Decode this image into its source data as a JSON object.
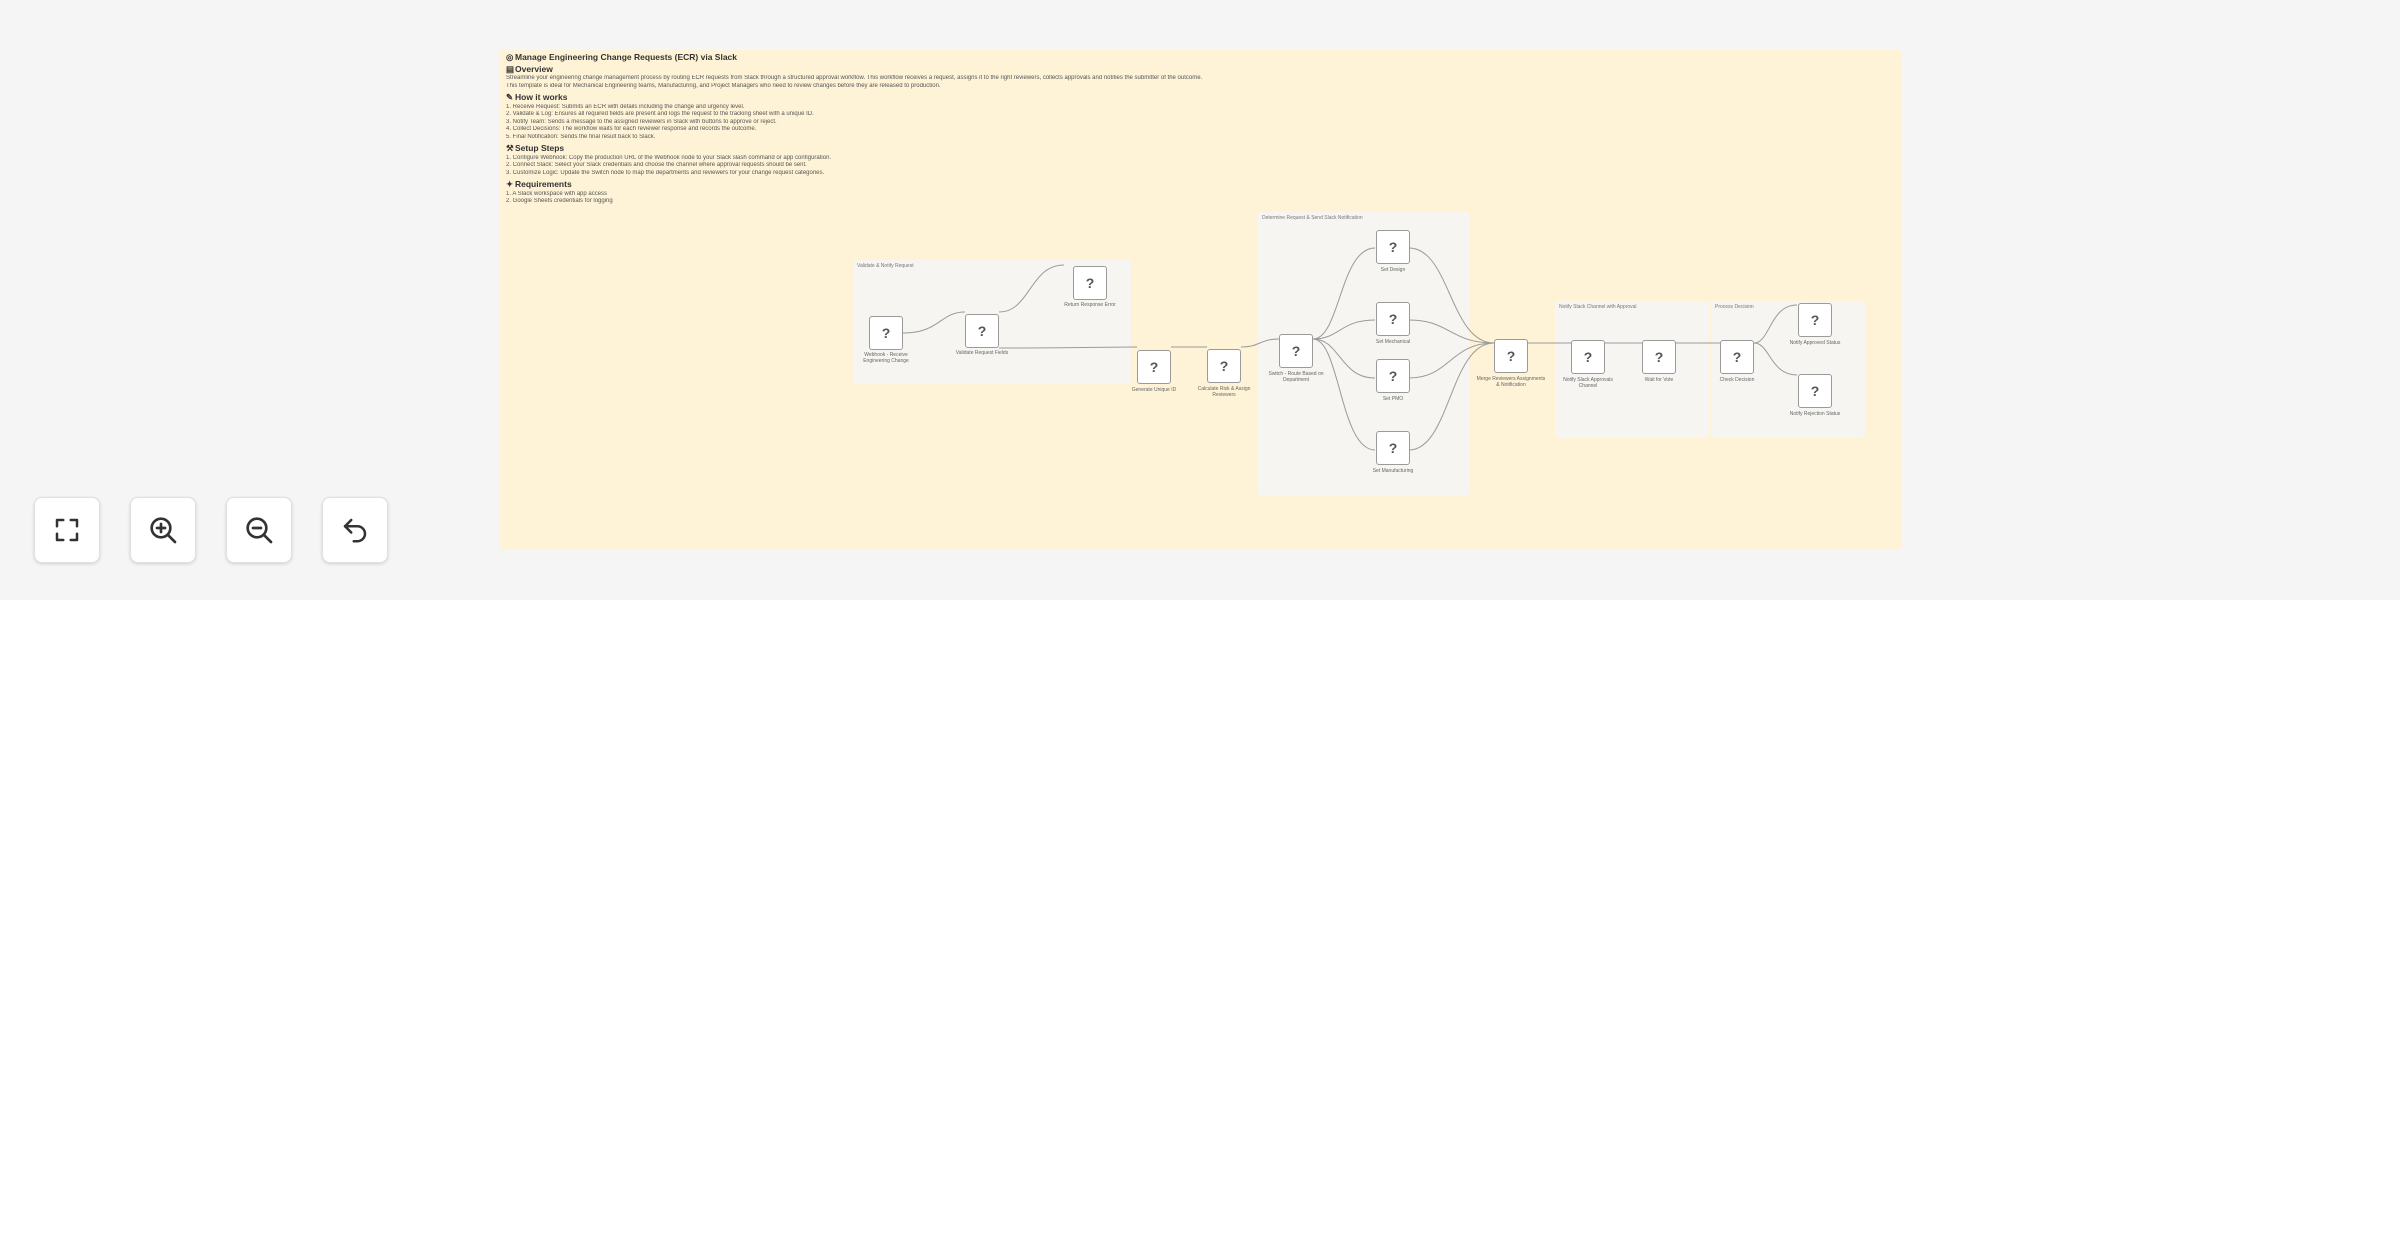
{
  "sticky": {
    "title": "Manage Engineering Change Requests (ECR) via Slack",
    "sections": [
      {
        "icon": "document-icon",
        "heading": "Overview",
        "lines": [
          "Streamline your engineering change management process by routing ECR requests from Slack through a structured approval workflow. This workflow receives a request, assigns it to the right reviewers, collects approvals and notifies the submitter of the outcome.",
          "This template is ideal for Mechanical Engineering teams, Manufacturing, and Project Managers who need to review changes before they are released to production."
        ]
      },
      {
        "icon": "pencil-icon",
        "heading": "How it works",
        "lines": [
          "1. Receive Request: Submits an ECR with details including the change and urgency level.",
          "2. Validate & Log: Ensures all required fields are present and logs the request to the tracking sheet with a unique ID.",
          "3. Notify Team: Sends a message to the assigned reviewers in Slack with buttons to approve or reject.",
          "4. Collect Decisions: The workflow waits for each reviewer response and records the outcome.",
          "5. Final Notification: Sends the final result back to Slack."
        ]
      },
      {
        "icon": "wrench-icon",
        "heading": "Setup Steps",
        "lines": [
          "1. Configure Webhook: Copy the production URL of the Webhook node to your Slack slash command or app configuration.",
          "2. Connect Slack: Select your Slack credentials and choose the channel where approval requests should be sent.",
          "3. Customize Logic: Update the Switch node to map the departments and reviewers for your change request categories."
        ]
      },
      {
        "icon": "lightbulb-icon",
        "heading": "Requirements",
        "lines": [
          "1. A Slack workspace with app access",
          "2. Google Sheets credentials for logging"
        ]
      }
    ]
  },
  "groups": [
    {
      "id": "g1",
      "label": "Validate & Notify Request"
    },
    {
      "id": "g2",
      "label": "Determine Request & Send Slack Notification"
    },
    {
      "id": "g3",
      "label": "Notify Slack Channel with Approval"
    },
    {
      "id": "g4",
      "label": "Process Decision"
    }
  ],
  "nodes": [
    {
      "id": "n1",
      "glyph": "?",
      "label": "Webhook - Receive Engineering Change"
    },
    {
      "id": "n2",
      "glyph": "?",
      "label": "Validate Request Fields"
    },
    {
      "id": "n3",
      "glyph": "?",
      "label": "Return Response Error"
    },
    {
      "id": "n4",
      "glyph": "?",
      "label": "Generate Unique ID"
    },
    {
      "id": "n5",
      "glyph": "?",
      "label": "Calculate Risk & Assign Reviewers"
    },
    {
      "id": "n6",
      "glyph": "?",
      "label": "Switch - Route Based on Department"
    },
    {
      "id": "n7",
      "glyph": "?",
      "label": "Set Design"
    },
    {
      "id": "n8",
      "glyph": "?",
      "label": "Set Mechanical"
    },
    {
      "id": "n9",
      "glyph": "?",
      "label": "Set PMO"
    },
    {
      "id": "n10",
      "glyph": "?",
      "label": "Set Manufacturing"
    },
    {
      "id": "n11",
      "glyph": "?",
      "label": "Merge Reviewers Assignments & Notification"
    },
    {
      "id": "n12",
      "glyph": "?",
      "label": "Notify Slack Approvals Channel"
    },
    {
      "id": "n13",
      "glyph": "?",
      "label": "Wait for Vote"
    },
    {
      "id": "n14",
      "glyph": "?",
      "label": "Check Decision"
    },
    {
      "id": "n15",
      "glyph": "?",
      "label": "Notify Approved Status"
    },
    {
      "id": "n16",
      "glyph": "?",
      "label": "Notify Rejection Status"
    }
  ],
  "controls": [
    {
      "id": "fit",
      "icon": "fullscreen-icon",
      "label": "Fit view"
    },
    {
      "id": "zin",
      "icon": "zoom-in-icon",
      "label": "Zoom in"
    },
    {
      "id": "zout",
      "icon": "zoom-out-icon",
      "label": "Zoom out"
    },
    {
      "id": "reset",
      "icon": "undo-icon",
      "label": "Reset zoom"
    }
  ],
  "colors": {
    "canvas": "#f5f5f5",
    "workflow_bg": "#fef3d6",
    "group_bg": "#f6f5f1",
    "node_border": "#9a9a9a",
    "edge": "#9a9a9a"
  }
}
